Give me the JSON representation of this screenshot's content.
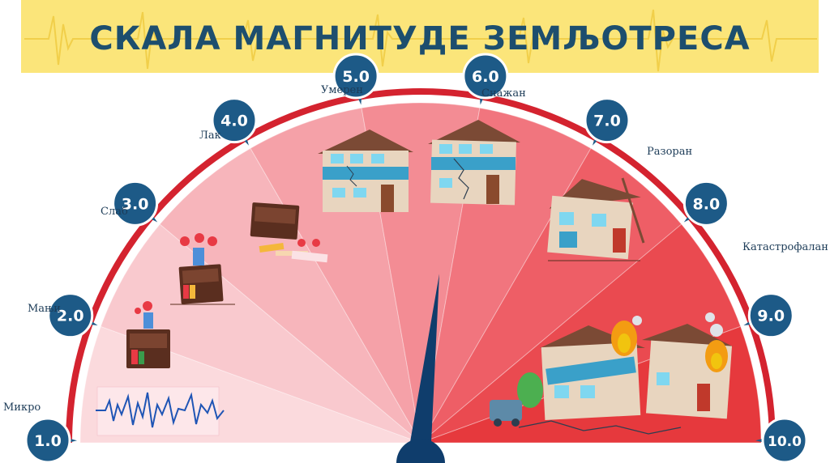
{
  "title": "СКАЛА МАГНИТУДЕ ЗЕМЉОТРЕСА",
  "colors": {
    "banner": "#fbe57a",
    "title": "#1d4e6e",
    "rim": "#d4232f",
    "bubble": "#1d5a87",
    "needle": "#0f3d6c"
  },
  "magnitudes": [
    "1.0",
    "2.0",
    "3.0",
    "4.0",
    "5.0",
    "6.0",
    "7.0",
    "8.0",
    "9.0",
    "10.0"
  ],
  "levels": [
    "Микро",
    "Мањи",
    "Слаб",
    "Лак",
    "Умерен",
    "Снажан",
    "Разоран",
    "Катастрофалан"
  ],
  "icons": [
    "seismograph-wave-icon",
    "cabinet-with-flower-icon",
    "shaking-cabinet-icon",
    "falling-cabinet-icon",
    "house-cracking-icon",
    "house-damaged-icon",
    "house-collapsing-icon",
    "destroyed-houses-fire-icon"
  ]
}
